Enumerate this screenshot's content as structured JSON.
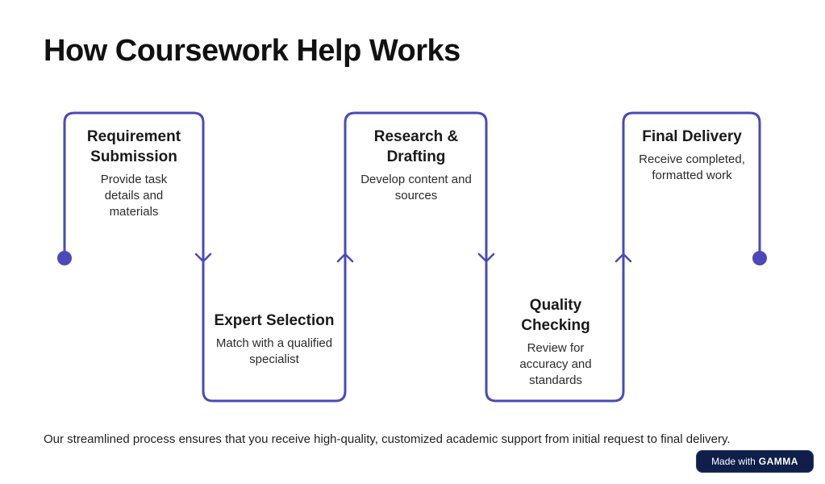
{
  "page_title": "How Coursework Help Works",
  "colors": {
    "accent": "#4a4ab8"
  },
  "steps": [
    {
      "title": "Requirement Submission",
      "description": "Provide task details and materials"
    },
    {
      "title": "Expert Selection",
      "description": "Match with a qualified specialist"
    },
    {
      "title": "Research & Drafting",
      "description": "Develop content and sources"
    },
    {
      "title": "Quality Checking",
      "description": "Review for accuracy and standards"
    },
    {
      "title": "Final Delivery",
      "description": "Receive completed, formatted work"
    }
  ],
  "footer_text": "Our streamlined process ensures that you receive high-quality, customized academic support from initial request to final delivery.",
  "badge": {
    "prefix": "Made with",
    "brand": "GAMMA"
  }
}
